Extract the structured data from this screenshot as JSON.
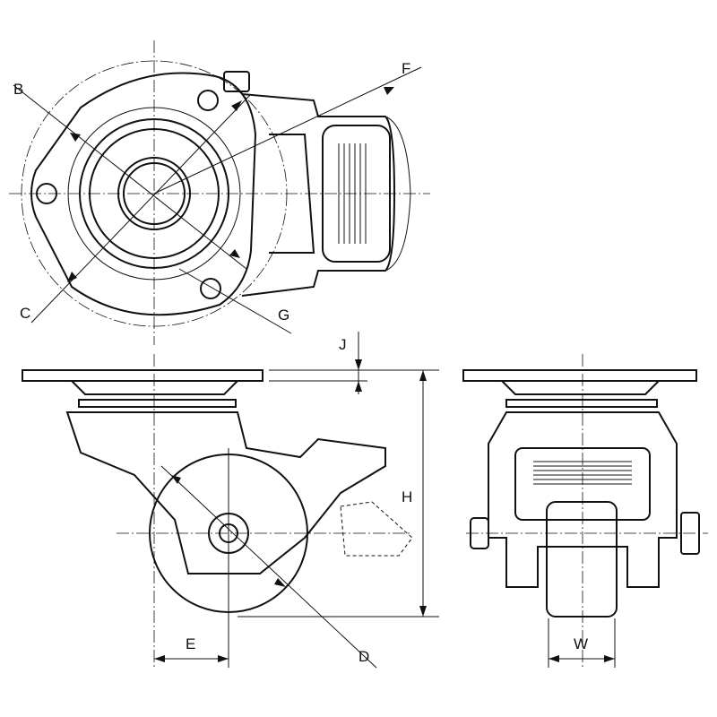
{
  "drawing": {
    "title": "Caster dimension drawing",
    "labels": {
      "B": "B",
      "C": "C",
      "F": "F",
      "G": "G",
      "J": "J",
      "H": "H",
      "E": "E",
      "D": "D",
      "W": "W"
    }
  }
}
